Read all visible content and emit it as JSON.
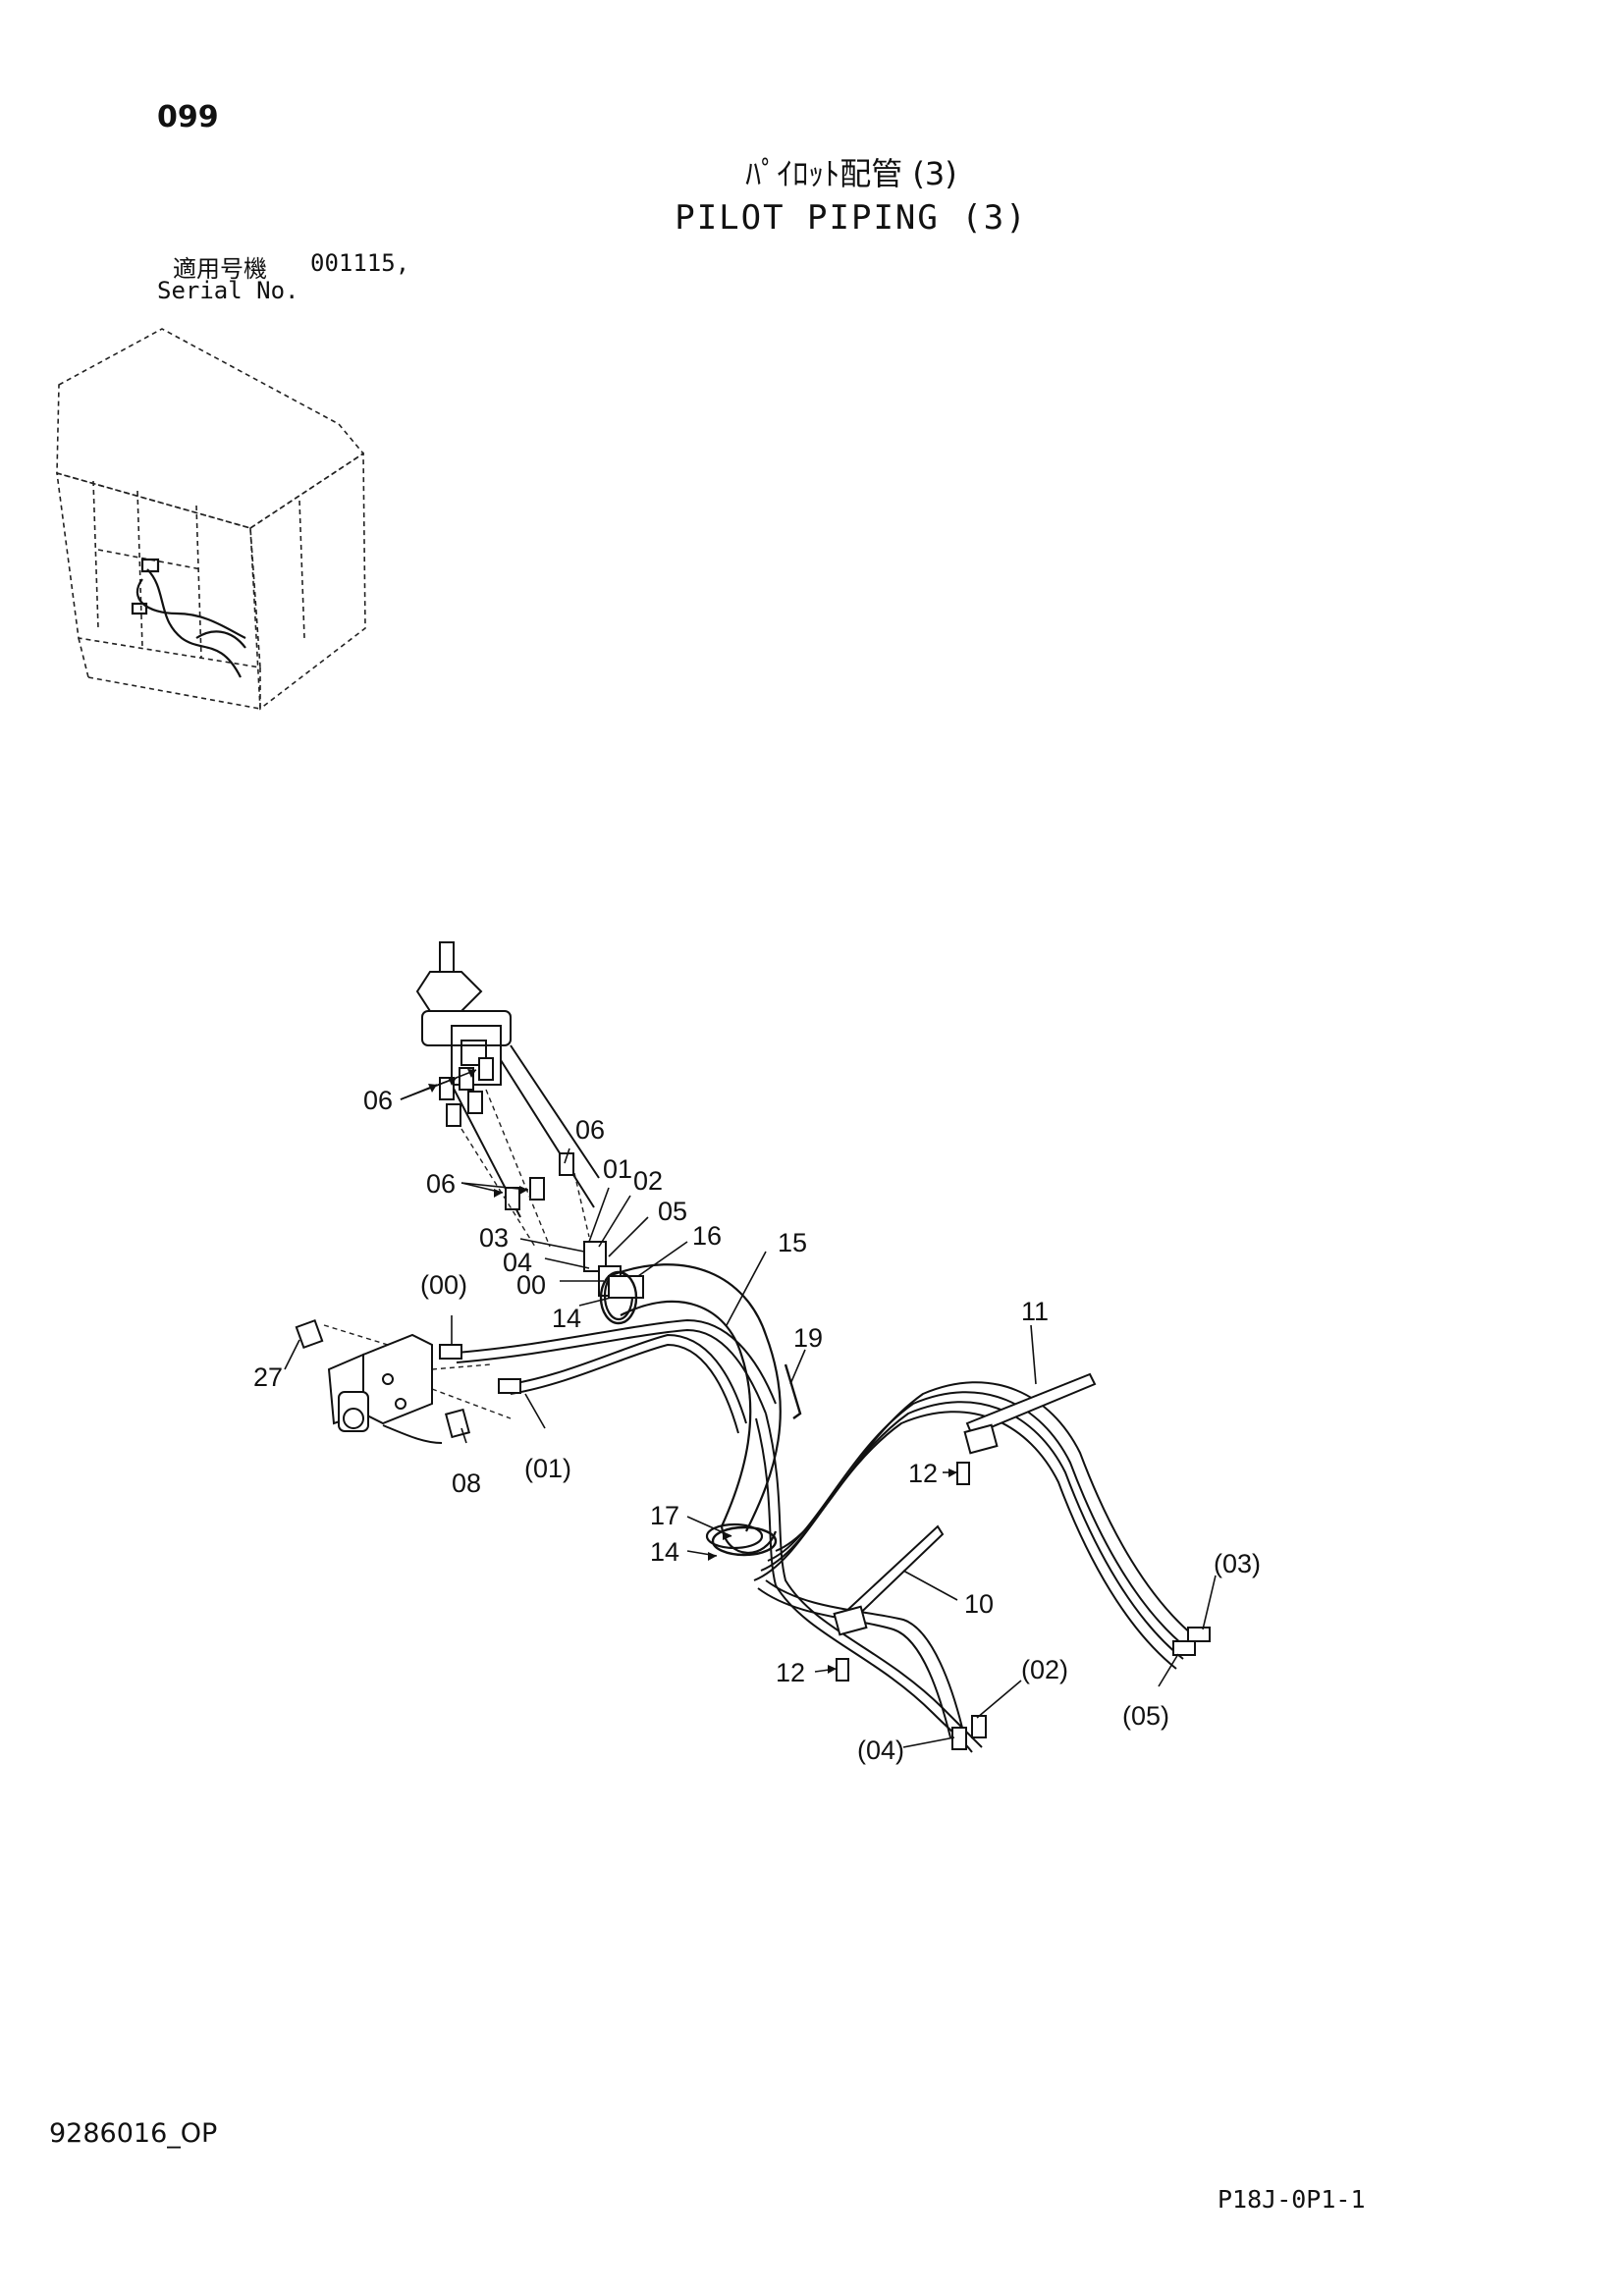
{
  "header": {
    "page_number": "099",
    "title_ja": "ﾊﾟｲﾛｯﾄ配管 (3)",
    "title_en": "PILOT PIPING (3)",
    "serial_label_ja": "適用号機",
    "serial_value": "001115,",
    "serial_label_en": "Serial No."
  },
  "footer": {
    "drawing_code": "9286016_OP",
    "page_code": "P18J-0P1-1"
  },
  "callouts": {
    "c06a": "06",
    "c06b": "06",
    "c06c": "06",
    "c01": "01",
    "c02": "02",
    "c05": "05",
    "c03": "03",
    "c04": "04",
    "c00": "00",
    "c16": "16",
    "c15": "15",
    "c14a": "14",
    "c00p": "(00)",
    "c19": "19",
    "c11": "11",
    "c27": "27",
    "c08": "08",
    "c01p": "(01)",
    "c12a": "12",
    "c17": "17",
    "c14b": "14",
    "c10": "10",
    "c03p": "(03)",
    "c12b": "12",
    "c02p": "(02)",
    "c05p": "(05)",
    "c04p": "(04)"
  }
}
